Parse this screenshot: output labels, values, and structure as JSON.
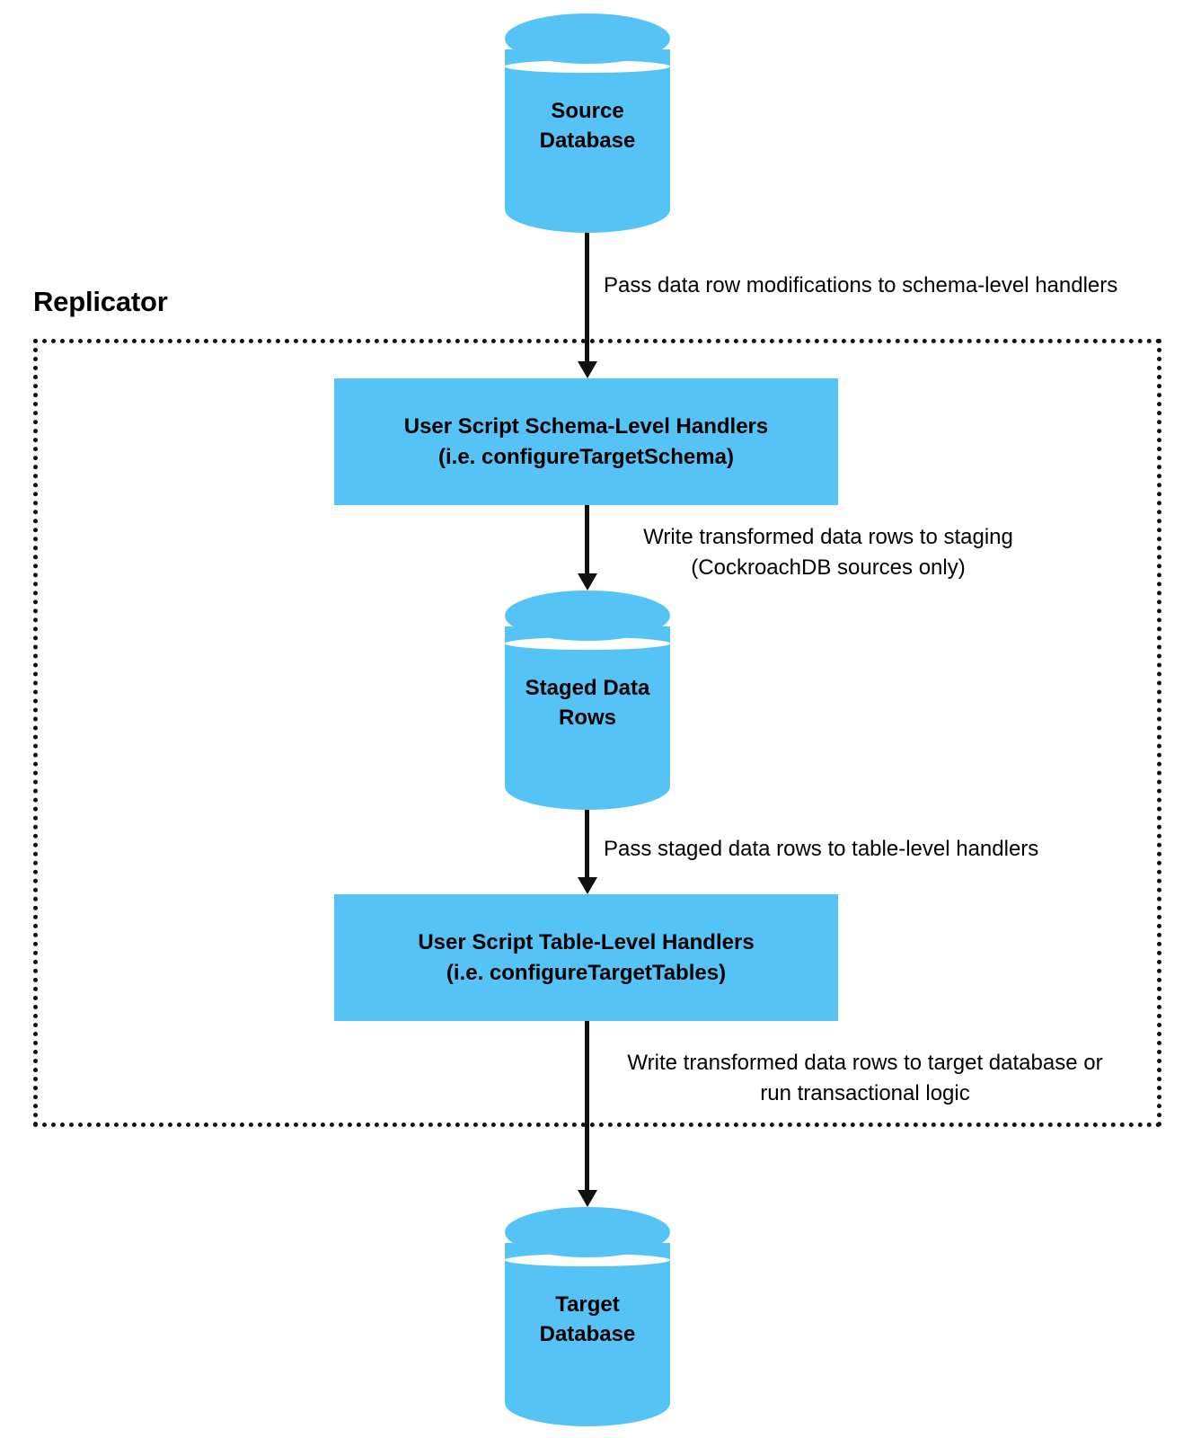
{
  "diagram": {
    "title": "Replicator",
    "accent_color": "#55c3f5",
    "line_color": "#111111",
    "text_color": "#000000",
    "background_color": "#ffffff"
  },
  "nodes": {
    "source_database": {
      "label": "Source\nDatabase",
      "shape": "cylinder"
    },
    "schema_handlers": {
      "label": "User Script Schema-Level Handlers\n(i.e. configureTargetSchema)",
      "shape": "rectangle"
    },
    "staged_data_rows": {
      "label": "Staged Data\nRows",
      "shape": "cylinder"
    },
    "table_handlers": {
      "label": "User Script Table-Level Handlers\n(i.e. configureTargetTables)",
      "shape": "rectangle"
    },
    "target_database": {
      "label": "Target\nDatabase",
      "shape": "cylinder"
    }
  },
  "edges": {
    "source_to_schema": {
      "label": "Pass data row modifications to schema-level handlers"
    },
    "schema_to_staged": {
      "label": "Write transformed data rows to staging\n(CockroachDB sources only)"
    },
    "staged_to_table": {
      "label": "Pass staged data rows to table-level handlers"
    },
    "table_to_target": {
      "label": "Write transformed data rows to target database or\nrun transactional logic"
    }
  }
}
